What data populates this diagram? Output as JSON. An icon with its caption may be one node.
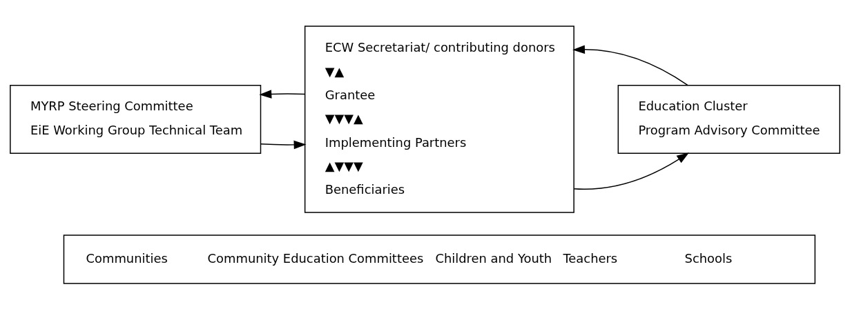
{
  "diagram": {
    "nodes": [
      {
        "text": [
          "MYRP Steering Committee",
          "EiE Working Group Technical Team"
        ]
      },
      {
        "text": [
          "ECW Secretariat/ contributing donors",
          "▼▲",
          "Grantee",
          "▼▼▼▲",
          "Implementing Partners",
          "▲▼▼▼",
          "Beneficiaries"
        ]
      },
      {
        "text": [
          "Education Cluster",
          "Program Advisory Committee"
        ]
      },
      {
        "text": [
          "Communities",
          "Community Education Committees",
          "Children and Youth",
          "Teachers",
          "Schools"
        ]
      }
    ],
    "edges": [
      {
        "from": 0,
        "to": 1,
        "arrow": "to"
      },
      {
        "from": 1,
        "to": 0,
        "arrow": "to"
      },
      {
        "from": 1,
        "to": 2,
        "arrow": "to"
      },
      {
        "from": 2,
        "to": 1,
        "arrow": "to"
      }
    ]
  }
}
